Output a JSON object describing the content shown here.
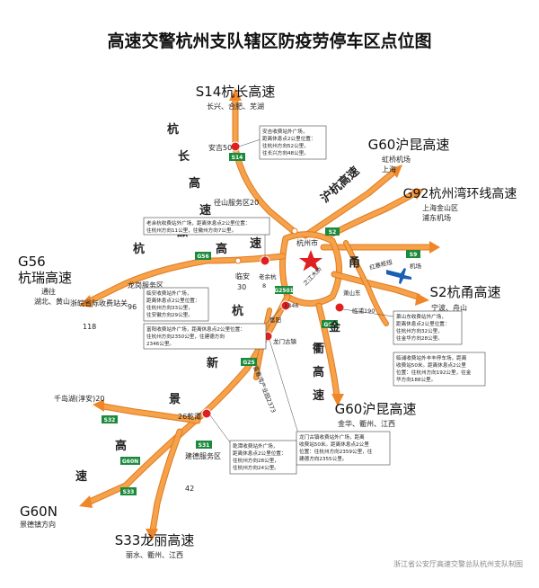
{
  "title": "高速交警杭州支队辖区防疫劳停车区点位图",
  "credit": "浙江省公安厅高速交警总队杭州支队制图",
  "highways": {
    "s14": {
      "name": "S14杭长高速",
      "sub": "长兴、合肥、芜湖"
    },
    "g60n": {
      "name": "G60沪昆高速",
      "sub1": "虹桥机场",
      "sub2": "上海"
    },
    "g92": {
      "name": "G92杭州湾环线高速",
      "sub1": "上海金山区",
      "sub2": "浦东机场"
    },
    "g56": {
      "name1": "G56",
      "name2": "杭瑞高速",
      "sub1": "通往",
      "sub2": "湖北、黄山"
    },
    "s2": {
      "name": "S2杭甬高速",
      "sub": "宁波、舟山"
    },
    "g60s": {
      "name": "G60沪昆高速",
      "sub": "金华、衢州、江西"
    },
    "g60n_jd": {
      "name": "G60N",
      "sub": "景德镇方向"
    },
    "s33": {
      "name": "S33龙丽高速",
      "sub": "丽水、衢州、江西"
    }
  },
  "route_labels": {
    "hangchang": [
      "杭",
      "长",
      "高",
      "速"
    ],
    "huihui": [
      "杭",
      "徽",
      "高",
      "速"
    ],
    "xinjing": [
      "杭",
      "新",
      "景"
    ],
    "jingsu": [
      "高",
      "速"
    ],
    "jinqu": [
      "金",
      "衢",
      "高",
      "速"
    ],
    "huyu": "沪杭高速",
    "hangyong": "甬"
  },
  "place_labels": {
    "anji": "安吉50",
    "jingshan": "径山服务区20",
    "hangzhou": "杭州市",
    "linan": "临安",
    "linan_num": "30",
    "laoyu": "老余杭",
    "laoyu_num": "8",
    "longgang": "龙岗服务区",
    "longgang_num": "96",
    "zheshanling": "浙皖省际收费站关",
    "zheshanling_num": "118",
    "fuyang": "富阳",
    "longmen": "龙门古镇",
    "qiandaohu": "千岛湖(淳安)20",
    "qiantan": "26乾潭",
    "jiande": "建德服务区",
    "jiande_num": "42",
    "xiaoshan": "萧山东",
    "linpu": "临浦190",
    "zhijiang": "之江大桥",
    "airport": "机场",
    "hongwu": "红暴枢纽",
    "fuchun_ind": "富春湾产业园2373",
    "mid_km": "1346"
  },
  "shields": {
    "s14": "S14",
    "s2": "S2",
    "g56": "G56",
    "g25": "G25",
    "g2501": "G2501",
    "g60": "G60",
    "s9": "S9",
    "s32": "S32",
    "s31": "S31",
    "g60n": "G60N",
    "s33": "S33",
    "g25b": "G25"
  },
  "callouts": {
    "anji": [
      "安吉收费站外广场，",
      "距离休息点2公里位置：",
      "往杭州方向52公里，",
      "往长兴方向48公里。"
    ],
    "laoyu": [
      "老余杭收费站外广场，距离休息点2公里位置：",
      "往杭州方向11公里，往徽州方向7公里。"
    ],
    "linan": [
      "临安收费站外广场，",
      "距离休息点2公里位置：",
      "往杭州方向33公里，",
      "往安徽方向29公里。"
    ],
    "fuyang": [
      "富阳收费站外广场，距离休息点2公里位置：",
      "往杭州方向2350公里，往建德方向",
      "2346公里。"
    ],
    "xiaoshan": [
      "萧山东收费站外广场，",
      "距离休息点2公里位置：",
      "往杭州方向32公里，",
      "往金华方向28公里。"
    ],
    "linpu": [
      "临浦收费站外丰丰停车场，距离",
      "收费站50米。距离休息点2公里",
      "位置：往杭州方向192公里，往金",
      "华方向188公里。"
    ],
    "longmen": [
      "龙门古镇收费站外广场，距离",
      "收费站50米。距离休息点2公里",
      "位置：往杭州方向2359公里，往",
      "建德方向2355公里。"
    ],
    "qiantan": [
      "乾潭收费站外广场，",
      "距离休息点2公里位置：",
      "往杭州方向28公里，",
      "往杭州方向24公里。"
    ]
  }
}
